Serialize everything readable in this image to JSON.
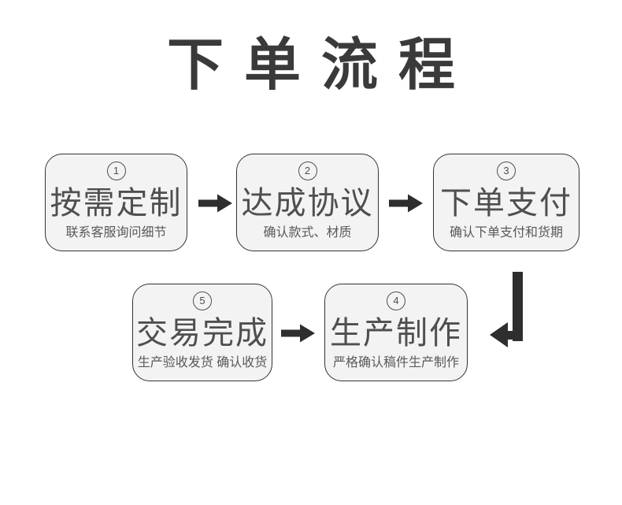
{
  "title": {
    "text": "下单流程"
  },
  "colors": {
    "title": "#3a3a3a",
    "box_bg": "#f3f3f3",
    "box_border": "#333333",
    "main_text": "#4f4f4f",
    "sub_text": "#595959",
    "arrow": "#2e2e2e",
    "page_bg": "#ffffff"
  },
  "steps": [
    {
      "number": "1",
      "title": "按需定制",
      "subtitle": "联系客服询问细节"
    },
    {
      "number": "2",
      "title": "达成协议",
      "subtitle": "确认款式、材质"
    },
    {
      "number": "3",
      "title": "下单支付",
      "subtitle": "确认下单支付和货期"
    },
    {
      "number": "4",
      "title": "生产制作",
      "subtitle": "严格确认稿件生产制作"
    },
    {
      "number": "5",
      "title": "交易完成",
      "subtitle": "生产验收发货 确认收货"
    }
  ],
  "arrows": [
    {
      "id": "arrow-1-2",
      "direction": "right",
      "between": [
        "按需定制",
        "达成协议"
      ]
    },
    {
      "id": "arrow-2-3",
      "direction": "right",
      "between": [
        "达成协议",
        "下单支付"
      ]
    },
    {
      "id": "arrow-elbow",
      "direction": "down-left",
      "between": [
        "下单支付",
        "生产制作"
      ]
    },
    {
      "id": "arrow-5-4",
      "direction": "right",
      "between": [
        "交易完成",
        "生产制作"
      ]
    }
  ]
}
